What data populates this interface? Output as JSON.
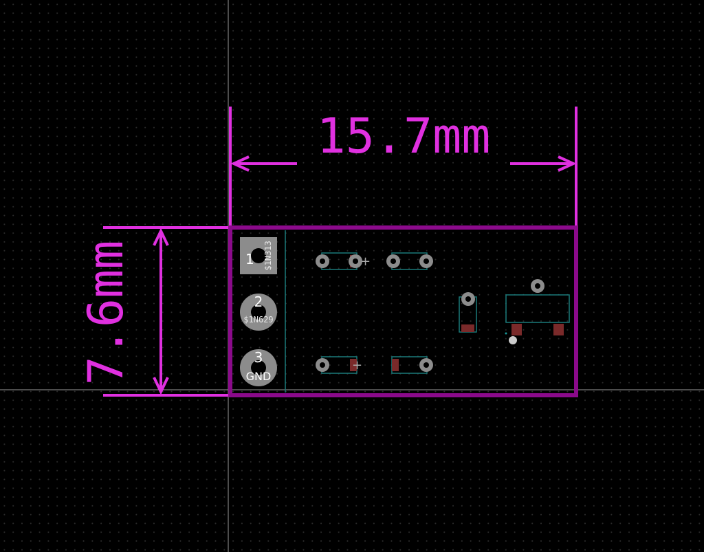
{
  "dimensions": {
    "width_label": "15.7mm",
    "height_label": "7.6mm"
  },
  "connector": {
    "pins": [
      {
        "number": "1",
        "net": "$1N313"
      },
      {
        "number": "2",
        "net": "$1N629"
      },
      {
        "number": "3",
        "net": "GND"
      }
    ]
  },
  "markers": {
    "polarity_plus": "+"
  },
  "colors": {
    "background": "#000000",
    "dimension": "#e030e0",
    "board_outline": "#8b0a8b",
    "pad": "#8c8c8c",
    "silkscreen": "#1a7a7a",
    "paste": "#7a2a2a",
    "axis": "#9a9a9a"
  }
}
